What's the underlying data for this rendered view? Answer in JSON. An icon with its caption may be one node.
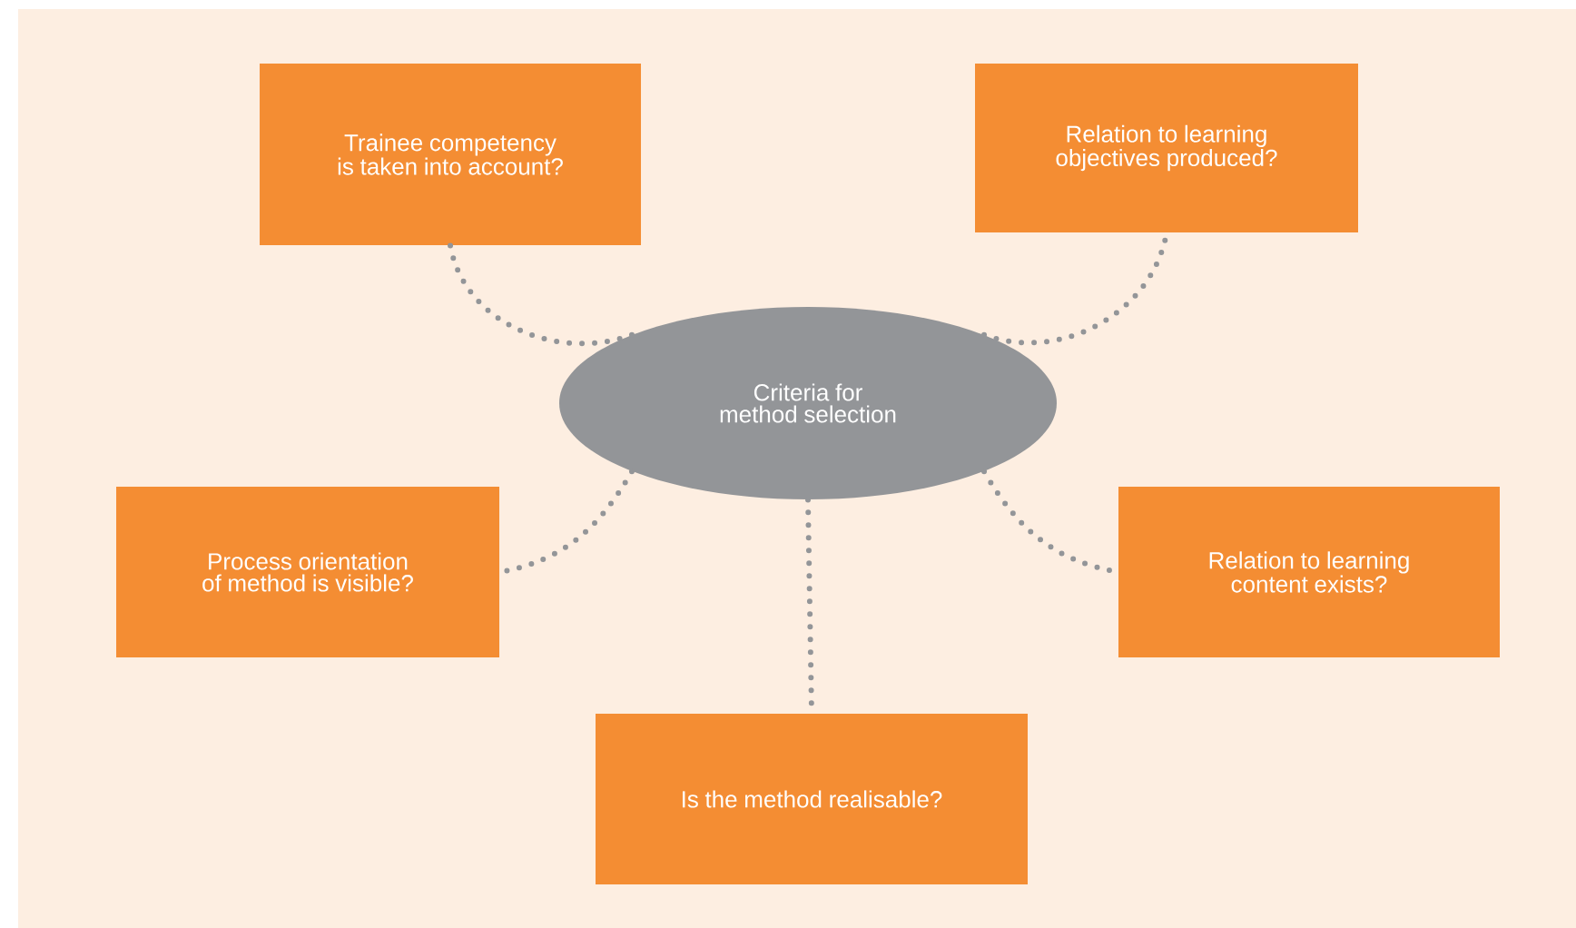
{
  "diagram": {
    "nodes": [
      {
        "text": [
          "Trainee competency is taken into account?"
        ]
      },
      {
        "text": [
          "Relation to learning objectives produced?"
        ]
      },
      {
        "text": [
          "Criteria for method selection"
        ]
      },
      {
        "text": [
          "Process orientation of method is visible?"
        ]
      },
      {
        "text": [
          "Relation to learning content exists?"
        ]
      },
      {
        "text": [
          "Is the method realisable?"
        ]
      }
    ],
    "edges": [
      {
        "from": 2,
        "to": 0,
        "arrow": "none"
      },
      {
        "from": 2,
        "to": 1,
        "arrow": "none"
      },
      {
        "from": 2,
        "to": 3,
        "arrow": "none"
      },
      {
        "from": 2,
        "to": 4,
        "arrow": "none"
      },
      {
        "from": 2,
        "to": 5,
        "arrow": "none"
      }
    ]
  }
}
